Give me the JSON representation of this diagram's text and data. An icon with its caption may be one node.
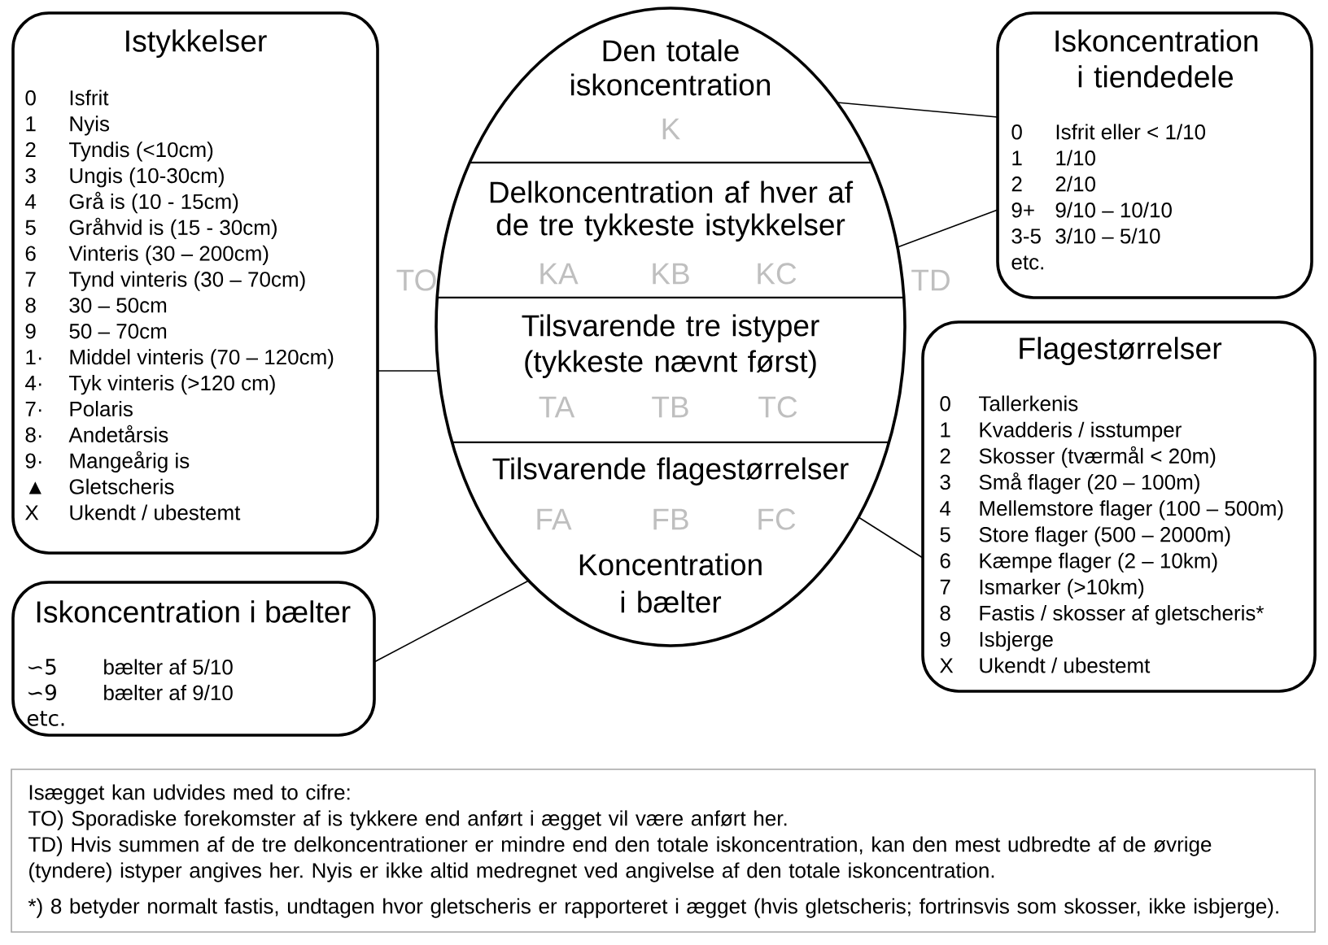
{
  "diagram": {
    "nodes": [
      {
        "text": [
          "Istykkelser",
          "0",
          "Isfrit",
          "1",
          "Nyis",
          "2",
          "Tyndis (<10cm)",
          "3",
          "Ungis (10-30cm)",
          "4",
          "Grå is (10 - 15cm)",
          "5",
          "Gråhvid is (15 - 30cm)",
          "6",
          "Vinteris (30 – 200cm)",
          "7",
          "Tynd vinteris (30 – 70cm)",
          "8",
          "30 – 50cm",
          "9",
          "50 – 70cm",
          "1·",
          "Middel vinteris (70 – 120cm)",
          "4·",
          "Tyk vinteris (>120 cm)",
          "7·",
          "Polaris",
          "8·",
          "Andetårsis",
          "9·",
          "Mangeårig is",
          "▲",
          "Gletscheris",
          "X",
          "Ukendt / ubestemt"
        ]
      },
      {
        "text": [
          "Den totale iskoncentration",
          "K",
          "Delkoncentration af hver af de tre tykkeste istykkelser",
          "KA",
          "KB",
          "KC",
          "Tilsvarende tre istyper (tykkeste nævnt først)",
          "TA",
          "TB",
          "TC",
          "Tilsvarende flagestørrelser",
          "FA",
          "FB",
          "FC",
          "Koncentration i bælter"
        ],
        "beside": [
          "TO",
          "TD"
        ]
      },
      {
        "text": [
          "Iskoncentration i tiendedele",
          "0",
          "Isfrit eller < 1/10",
          "1",
          "1/10",
          "2",
          "2/10",
          "9+",
          "9/10 – 10/10",
          "3-5",
          "3/10 – 5/10",
          "etc."
        ]
      },
      {
        "text": [
          "Flagestørrelser",
          "0",
          "Tallerkenis",
          "1",
          "Kvadderis / isstumper",
          "2",
          "Skosser (tværmål < 20m)",
          "3",
          "Små flager (20 – 100m)",
          "4",
          "Mellemstore flager (100 – 500m)",
          "5",
          "Store flager (500 – 2000m)",
          "6",
          "Kæmpe flager (2 – 10km)",
          "7",
          "Ismarker (>10km)",
          "8",
          "Fastis / skosser af gletscheris*",
          "9",
          "Isbjerge",
          "X",
          "Ukendt / ubestemt"
        ]
      },
      {
        "text": [
          "Iskoncentration i bælter",
          "∽5",
          "bælter af 5/10",
          "∽9",
          "bælter af 9/10",
          "etc."
        ]
      },
      {
        "text": [
          "Isægget kan udvides med to cifre:",
          "TO) Sporadiske forekomster af is tykkere end anført i ægget vil være anført her.",
          "TD) Hvis summen af de tre delkoncentrationer er mindre end den totale iskoncentration, kan den mest udbredte af de øvrige (tyndere) istyper angives her. Nyis er ikke altid medregnet ved angivelse af den totale iskoncentration.",
          "*) 8 betyder normalt fastis, undtagen hvor gletscheris er rapporteret i ægget (hvis gletscheris; fortrinsvis som skosser, ikke isbjerge)."
        ]
      }
    ],
    "edges": [
      {
        "from": 0,
        "to": 1,
        "arrow": "none"
      },
      {
        "from": 2,
        "to": 1,
        "arrow": "none"
      },
      {
        "from": 2,
        "to": 1,
        "arrow": "none"
      },
      {
        "from": 3,
        "to": 1,
        "arrow": "none"
      },
      {
        "from": 4,
        "to": 1,
        "arrow": "none"
      }
    ]
  }
}
